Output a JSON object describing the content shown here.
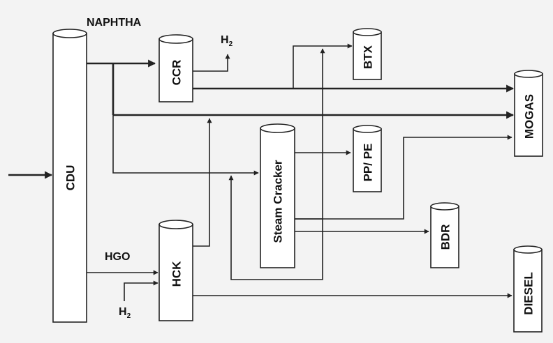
{
  "diagram": {
    "units": {
      "cdu": "CDU",
      "ccr": "CCR",
      "hck": "HCK",
      "steam_cracker": "Steam Cracker",
      "btx": "BTX",
      "pp_pe": "PP/ PE",
      "mogas": "MOGAS",
      "bdr": "BDR",
      "diesel": "DIESEL"
    },
    "streams": {
      "naphtha": "NAPHTHA",
      "hgo": "HGO",
      "h2_main": "H",
      "h2_sub": "2"
    },
    "colors": {
      "line": "#222222",
      "vessel_fill": "#ffffff",
      "background": "#f3f3f3"
    }
  }
}
